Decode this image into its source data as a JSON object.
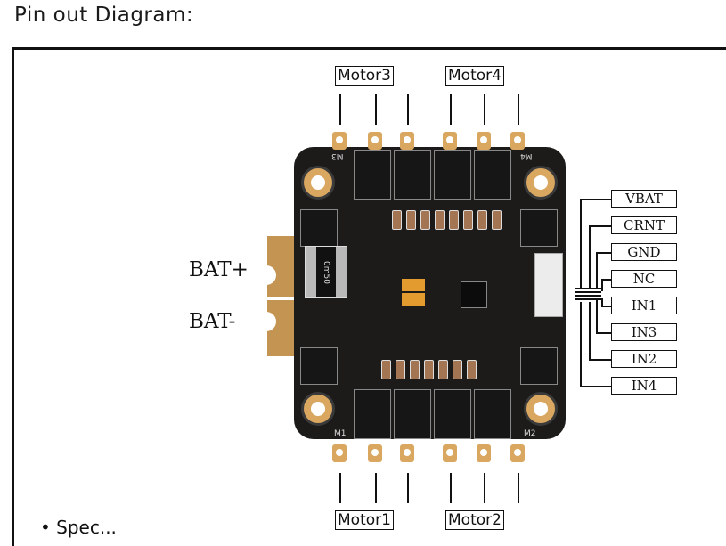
{
  "heading": "Pin out Diagram:",
  "motors_top": [
    {
      "label": "Motor3",
      "silk": "M3"
    },
    {
      "label": "Motor4",
      "silk": "M4"
    }
  ],
  "motors_bottom": [
    {
      "label": "Motor1",
      "silk": "M1"
    },
    {
      "label": "Motor2",
      "silk": "M2"
    }
  ],
  "battery": {
    "positive": "BAT+",
    "negative": "BAT-"
  },
  "signal_pins": [
    "VBAT",
    "CRNT",
    "GND",
    "NC",
    "IN1",
    "IN3",
    "IN2",
    "IN4"
  ],
  "inductor_marking": "0m50",
  "next_section_fragment": "• Spec..."
}
